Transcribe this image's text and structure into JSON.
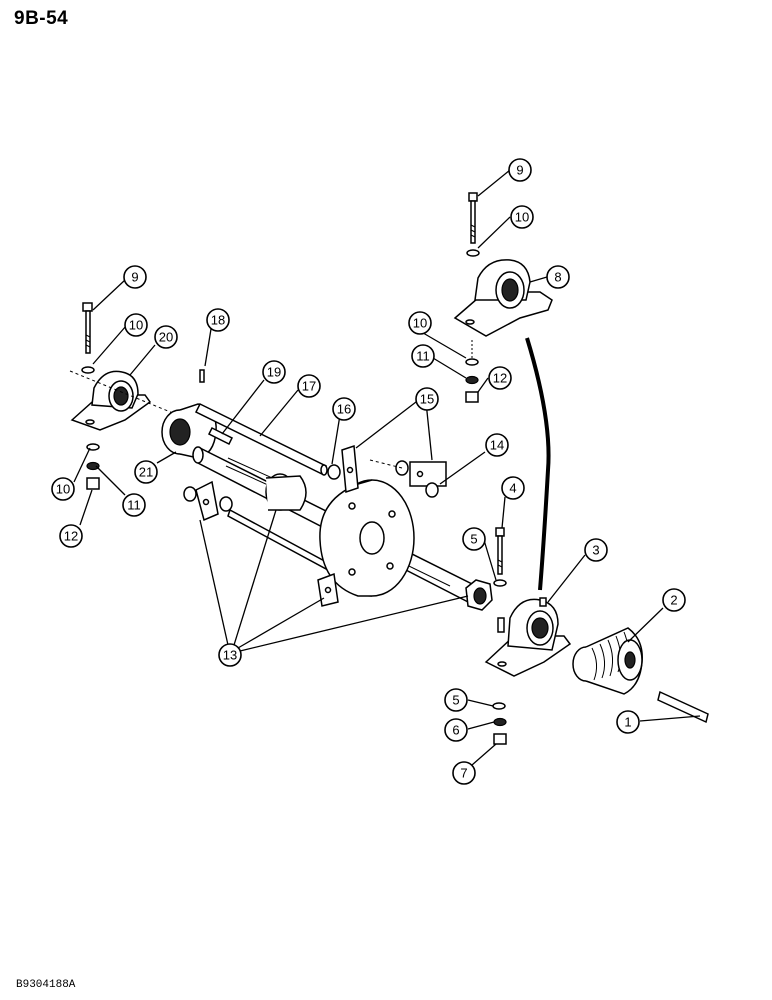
{
  "page_number": "9B-54",
  "footer_code": "B9304188A",
  "callouts": [
    "9",
    "10",
    "8",
    "9",
    "10",
    "20",
    "18",
    "10",
    "11",
    "12",
    "19",
    "17",
    "16",
    "15",
    "14",
    "4",
    "3",
    "2",
    "10",
    "11",
    "12",
    "21",
    "5",
    "13",
    "5",
    "6",
    "7",
    "1"
  ],
  "colors": {
    "ink": "#000000",
    "paper": "#ffffff"
  }
}
